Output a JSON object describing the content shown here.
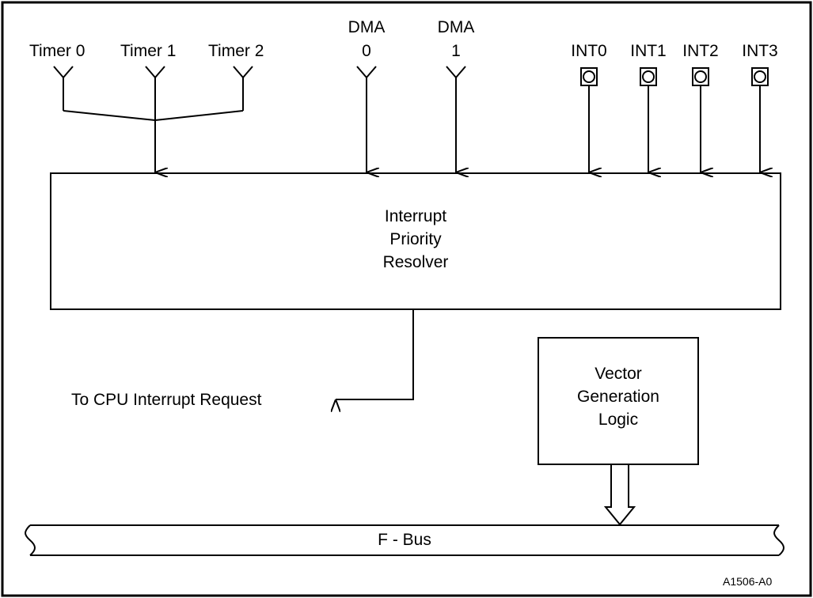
{
  "sources": {
    "timers": [
      "Timer 0",
      "Timer 1",
      "Timer 2"
    ],
    "dma": [
      {
        "line1": "DMA",
        "line2": "0"
      },
      {
        "line1": "DMA",
        "line2": "1"
      }
    ],
    "ints": [
      "INT0",
      "INT1",
      "INT2",
      "INT3"
    ]
  },
  "resolver": {
    "line1": "Interrupt",
    "line2": "Priority",
    "line3": "Resolver"
  },
  "cpu_request_label": "To CPU Interrupt Request",
  "vector_logic": {
    "line1": "Vector",
    "line2": "Generation",
    "line3": "Logic"
  },
  "bus_label": "F - Bus",
  "figure_id": "A1506-A0"
}
